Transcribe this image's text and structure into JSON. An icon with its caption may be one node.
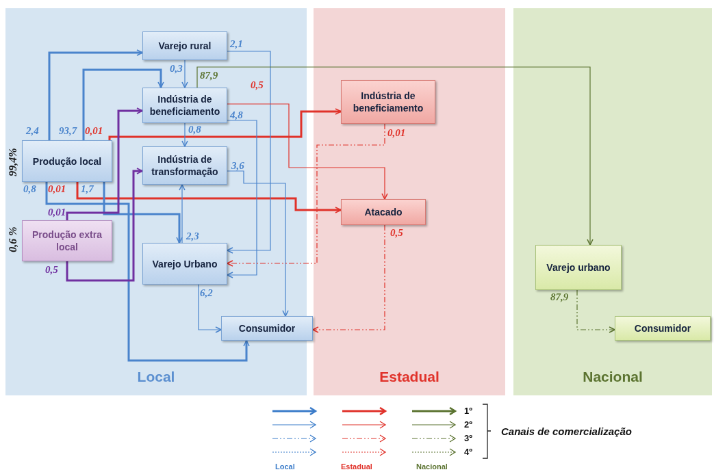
{
  "diagram": {
    "nodes": [
      {
        "text": [
          "Local"
        ]
      },
      {
        "text": [
          "Estadual"
        ]
      },
      {
        "text": [
          "Nacional"
        ]
      },
      {
        "text": [
          "Varejo rural"
        ],
        "in": 0
      },
      {
        "text": [
          "Indústria de beneficiamento"
        ],
        "in": 0
      },
      {
        "text": [
          "Indústria de transformação"
        ],
        "in": 0
      },
      {
        "text": [
          "Produção local"
        ],
        "in": 0,
        "beside": [
          "99,4%"
        ]
      },
      {
        "text": [
          "Produção extra local"
        ],
        "in": 0,
        "beside": [
          "0,6 %"
        ]
      },
      {
        "text": [
          "Varejo Urbano"
        ],
        "in": 0
      },
      {
        "text": [
          "Consumidor"
        ],
        "in": 0
      },
      {
        "text": [
          "Indústria de beneficiamento"
        ],
        "in": 1
      },
      {
        "text": [
          "Atacado"
        ],
        "in": 1
      },
      {
        "text": [
          "Varejo urbano"
        ],
        "in": 2
      },
      {
        "text": [
          "Consumidor"
        ],
        "in": 2
      }
    ],
    "edges": [
      {
        "from": 6,
        "to": 3,
        "arrow": "to",
        "label": "2,4",
        "style": "thick"
      },
      {
        "from": 6,
        "to": 4,
        "arrow": "to",
        "label": "93,7",
        "style": "thick"
      },
      {
        "from": 6,
        "to": 10,
        "arrow": "to",
        "label": "0,01",
        "style": "thick",
        "color": "#e0322a"
      },
      {
        "from": 6,
        "to": 9,
        "arrow": "to",
        "label": "0,8",
        "style": "thick"
      },
      {
        "from": 6,
        "to": 11,
        "arrow": "to",
        "label": "0,01",
        "style": "thick",
        "color": "#e0322a"
      },
      {
        "from": 6,
        "to": 8,
        "arrow": "to",
        "label": "1,7",
        "style": "thick"
      },
      {
        "from": 7,
        "to": 4,
        "arrow": "to",
        "label": "0,01",
        "style": "thick",
        "color": "#7030a0"
      },
      {
        "from": 7,
        "to": 5,
        "arrow": "to",
        "label": "0,5",
        "style": "thick",
        "color": "#7030a0"
      },
      {
        "from": 3,
        "to": 4,
        "arrow": "to",
        "label": "0,3"
      },
      {
        "from": 3,
        "to": 8,
        "arrow": "to",
        "label": "2,1"
      },
      {
        "from": 4,
        "to": 5,
        "arrow": "to",
        "label": "0,8"
      },
      {
        "from": 4,
        "to": 8,
        "arrow": "to",
        "label": "4,8"
      },
      {
        "from": 4,
        "to": 11,
        "arrow": "to",
        "label": "0,5",
        "color": "#e0322a"
      },
      {
        "from": 4,
        "to": 12,
        "arrow": "to",
        "label": "87,9",
        "color": "#5b7330"
      },
      {
        "from": 5,
        "to": 9,
        "arrow": "to",
        "label": "3,6"
      },
      {
        "from": 8,
        "to": 5,
        "arrow": "to",
        "label": "2,3"
      },
      {
        "from": 8,
        "to": 9,
        "arrow": "to",
        "label": "6,2"
      },
      {
        "from": 10,
        "to": 8,
        "arrow": "to",
        "label": "0,01",
        "style": "dashed",
        "color": "#e0322a"
      },
      {
        "from": 11,
        "to": 9,
        "arrow": "to",
        "label": "0,5",
        "style": "dashed",
        "color": "#e0322a"
      },
      {
        "from": 12,
        "to": 13,
        "arrow": "to",
        "label": "87,9",
        "style": "dashed",
        "color": "#5b7330"
      }
    ],
    "labels": [
      "Canais de comercialização",
      "Local",
      "Estadual",
      "Nacional"
    ],
    "legend": [
      {
        "text": "1º"
      },
      {
        "text": "2º"
      },
      {
        "text": "3º"
      },
      {
        "text": "4º"
      }
    ]
  }
}
